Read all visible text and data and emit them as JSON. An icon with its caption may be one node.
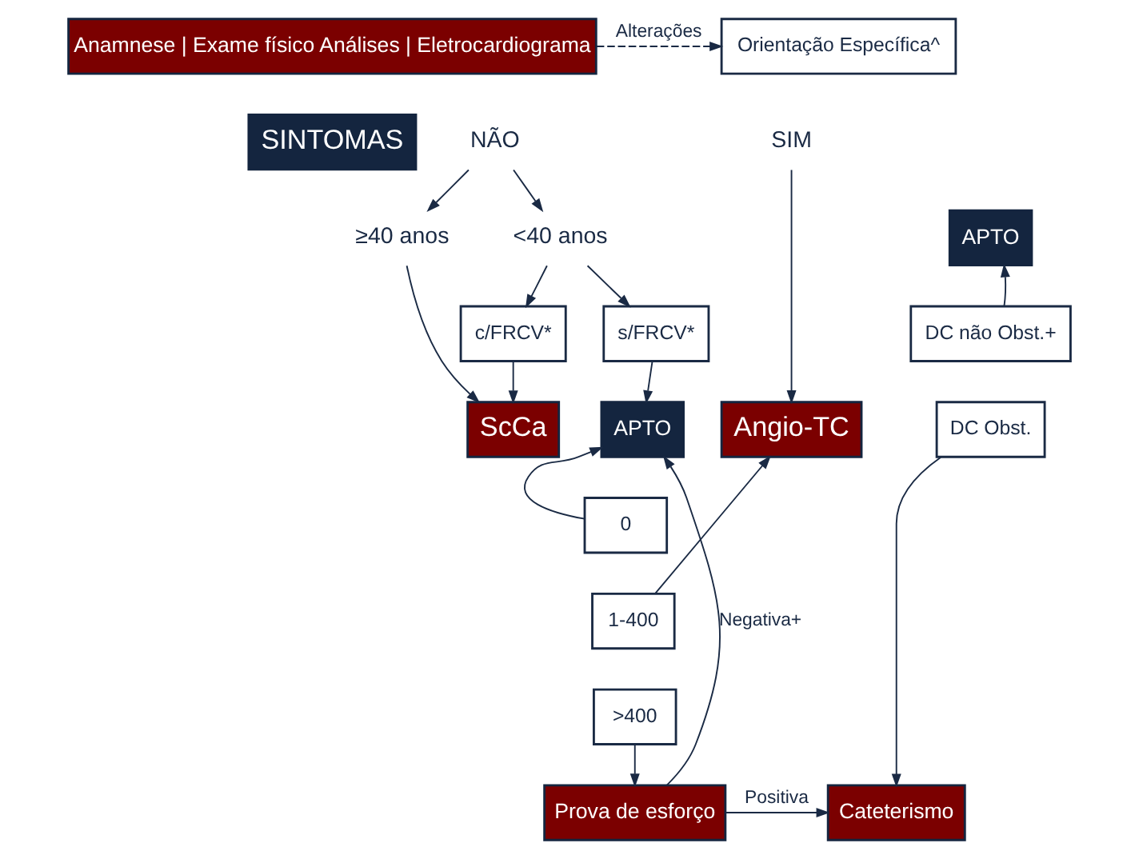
{
  "diagram": {
    "nodes": [
      {
        "text": [
          "Anamnese | Exame físico Análises | Eletrocardiograma"
        ]
      },
      {
        "text": [
          "Orientação Específica^"
        ]
      },
      {
        "text": [
          "SINTOMAS"
        ]
      },
      {
        "text": [
          "NÃO"
        ]
      },
      {
        "text": [
          "SIM"
        ]
      },
      {
        "text": [
          "<40 anos"
        ]
      },
      {
        "text": [
          "≥40 anos"
        ]
      },
      {
        "text": [
          "s/FRCV*"
        ]
      },
      {
        "text": [
          "c/FRCV*"
        ]
      },
      {
        "text": [
          "APTO"
        ]
      },
      {
        "text": [
          "ScCa"
        ]
      },
      {
        "text": [
          "Angio-TC"
        ]
      },
      {
        "text": [
          "APTO"
        ]
      },
      {
        "text": [
          "DC não Obst.+"
        ]
      },
      {
        "text": [
          "DC Obst."
        ]
      },
      {
        "text": [
          "0"
        ]
      },
      {
        "text": [
          "1-400"
        ]
      },
      {
        "text": [
          ">400"
        ]
      },
      {
        "text": [
          "Prova de esforço"
        ]
      },
      {
        "text": [
          "Cateterismo"
        ]
      }
    ],
    "edges": [
      {
        "from": 0,
        "to": 1,
        "arrow": "to",
        "label": "Alterações",
        "style": "dashed"
      },
      {
        "from": 3,
        "to": 5,
        "arrow": "to"
      },
      {
        "from": 3,
        "to": 6,
        "arrow": "to"
      },
      {
        "from": 4,
        "to": 11,
        "arrow": "to"
      },
      {
        "from": 5,
        "to": 7,
        "arrow": "to"
      },
      {
        "from": 5,
        "to": 8,
        "arrow": "to"
      },
      {
        "from": 7,
        "to": 9,
        "arrow": "to"
      },
      {
        "from": 8,
        "to": 10,
        "arrow": "to"
      },
      {
        "from": 6,
        "to": 10,
        "arrow": "to"
      },
      {
        "from": 15,
        "to": 9,
        "arrow": "to"
      },
      {
        "from": 16,
        "to": 11,
        "arrow": "to"
      },
      {
        "from": 17,
        "to": 18,
        "arrow": "to"
      },
      {
        "from": 18,
        "to": 9,
        "arrow": "to",
        "label": "Negativa+"
      },
      {
        "from": 18,
        "to": 19,
        "arrow": "to",
        "label": "Positiva"
      },
      {
        "from": 13,
        "to": 12,
        "arrow": "to"
      },
      {
        "from": 14,
        "to": 19,
        "arrow": "to"
      }
    ]
  }
}
